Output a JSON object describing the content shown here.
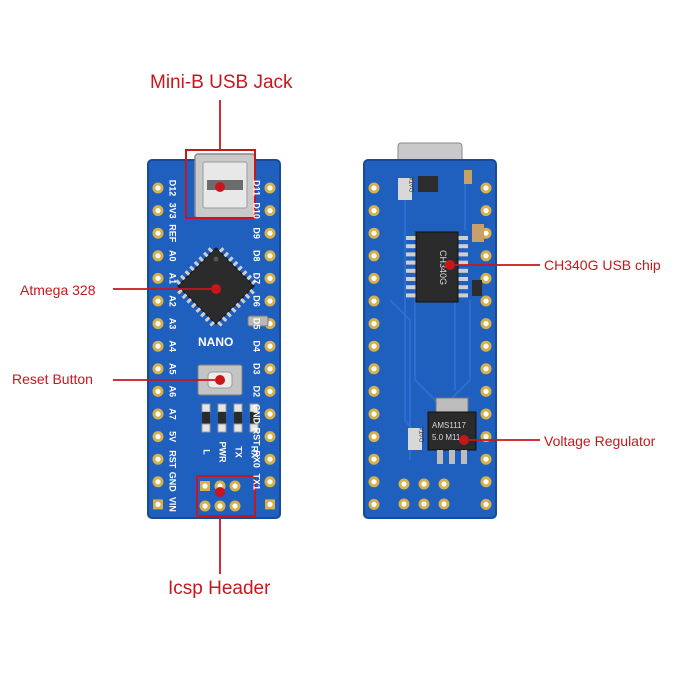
{
  "callouts": {
    "usb_jack": "Mini-B USB Jack",
    "atmega": "Atmega 328",
    "reset_button": "Reset Button",
    "icsp_header": "Icsp Header",
    "ch340": "CH340G USB chip",
    "voltage_regulator": "Voltage Regulator"
  },
  "front_board": {
    "nano_text": "NANO",
    "left_pins": [
      "D12",
      "3V3",
      "REF",
      "A0",
      "A1",
      "A2",
      "A3",
      "A4",
      "A5",
      "A6",
      "A7",
      "5V",
      "RST",
      "GND",
      "VIN"
    ],
    "right_pins": [
      "D11",
      "D10",
      "D9",
      "D8",
      "D7",
      "D6",
      "D5",
      "D4",
      "D3",
      "D2",
      "GND",
      "RST",
      "RX0",
      "TX1"
    ],
    "led_labels": [
      "L",
      "PWR",
      "TX",
      "RX"
    ]
  },
  "back_board": {
    "ch340_marking": "CH340G",
    "regulator_marking_1": "AMS1117",
    "regulator_marking_2": "5.0 M11",
    "data_label_1": "DATA",
    "data_label_2": "DATA"
  },
  "colors": {
    "callout": "#c8161d",
    "pcb": "#1f5fbd",
    "pcb_dark": "#174a97",
    "gold": "#d6b04a"
  }
}
